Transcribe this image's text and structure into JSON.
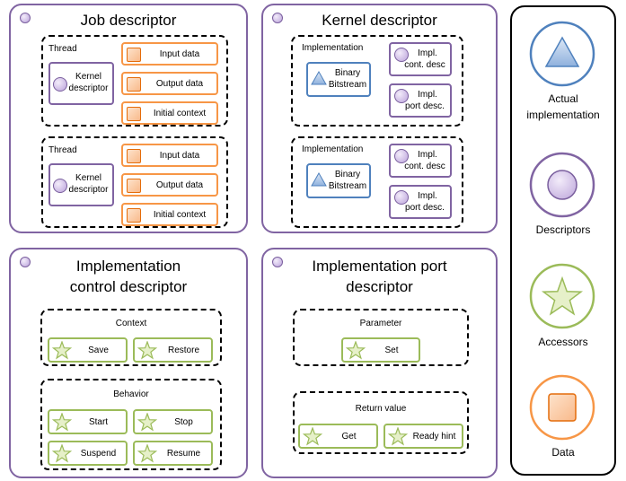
{
  "job": {
    "title": "Job descriptor",
    "threads": [
      {
        "label": "Thread",
        "descriptor": [
          "Kernel",
          "descriptor"
        ],
        "items": [
          "Input data",
          "Output data",
          "Initial context"
        ]
      },
      {
        "label": "Thread",
        "descriptor": [
          "Kernel",
          "descriptor"
        ],
        "items": [
          "Input data",
          "Output data",
          "Initial context"
        ]
      }
    ]
  },
  "kernel": {
    "title": "Kernel descriptor",
    "implementations": [
      {
        "label": "Implementation",
        "bitstream": [
          "Binary",
          "Bitstream"
        ],
        "control": [
          "Impl.",
          "cont. desc"
        ],
        "port": [
          "Impl.",
          "port desc."
        ]
      },
      {
        "label": "Implementation",
        "bitstream": [
          "Binary",
          "Bitstream"
        ],
        "control": [
          "Impl.",
          "cont. desc"
        ],
        "port": [
          "Impl.",
          "port desc."
        ]
      }
    ]
  },
  "impl_control": {
    "title": [
      "Implementation",
      "control descriptor"
    ],
    "context": {
      "label": "Context",
      "items": [
        "Save",
        "Restore"
      ]
    },
    "behavior": {
      "label": "Behavior",
      "items": [
        "Start",
        "Stop",
        "Suspend",
        "Resume"
      ]
    }
  },
  "impl_port": {
    "title": [
      "Implementation port",
      "descriptor"
    ],
    "parameter": {
      "label": "Parameter",
      "items": [
        "Set"
      ]
    },
    "return_value": {
      "label": "Return value",
      "items": [
        "Get",
        "Ready hint"
      ]
    }
  },
  "legend": {
    "actual_impl": [
      "Actual",
      "implementation"
    ],
    "descriptors": "Descriptors",
    "accessors": "Accessors",
    "data": "Data"
  },
  "colors": {
    "descriptor": "#8064a2",
    "data": "#f79646",
    "implementation": "#4f81bd",
    "accessor": "#9bbb59",
    "group": "#000000"
  }
}
